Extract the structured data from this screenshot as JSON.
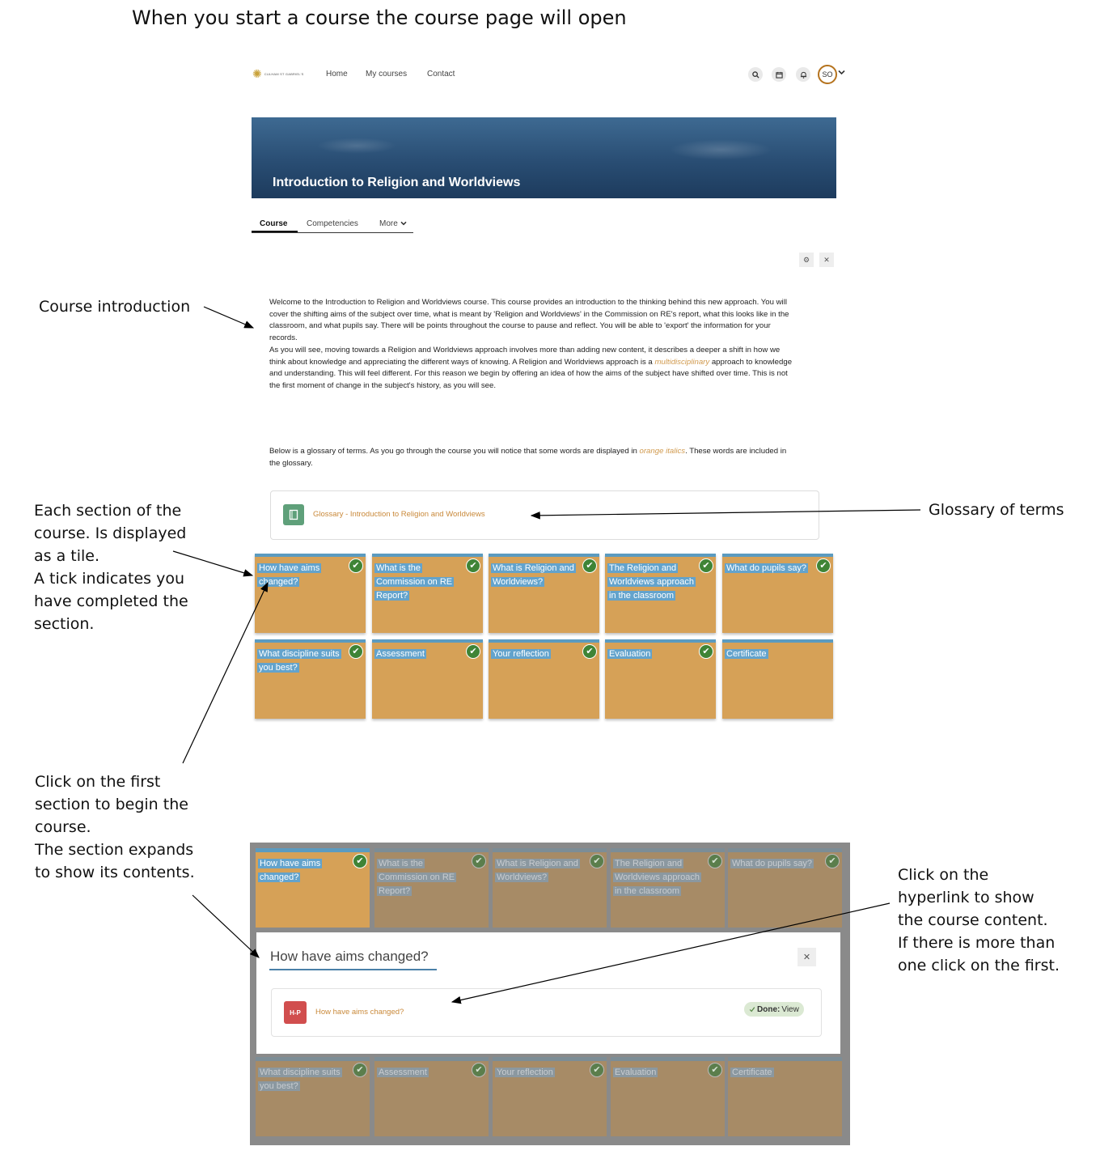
{
  "heading": "When you start a course the course page will open",
  "navbar": {
    "logo_text": "CULHAM ST GABRIEL'S",
    "links": [
      "Home",
      "My courses",
      "Contact"
    ],
    "avatar_initials": "SO"
  },
  "banner": {
    "title": "Introduction to Religion and Worldviews"
  },
  "tabs": {
    "course": "Course",
    "competencies": "Competencies",
    "more": "More"
  },
  "intro": {
    "para1": "Welcome to the Introduction to Religion and Worldviews course. This course provides an introduction to the thinking behind this new approach. You will cover the shifting aims of the subject over time, what is meant by 'Religion and Worldviews' in the Commission on RE's report, what this looks like in the classroom, and what pupils say. There will be points throughout the course to pause and reflect. You will be able to 'export' the information for your records.",
    "para2_a": "As you will see, moving towards a Religion and Worldviews approach involves more than adding new content, it describes a deeper a shift in how we think about knowledge and appreciating the different ways of knowing. A Religion and Worldviews approach is a ",
    "para2_em": "multidisciplinary",
    "para2_b": " approach to knowledge and understanding. This will feel different. For this reason we begin by offering an idea of how the aims of the subject have shifted over time. This is not the first moment of change in the subject's history, as you will see.",
    "para3_a": "Below is a glossary of terms. As you go through the course you will notice that some words are displayed in ",
    "para3_em": "orange italics",
    "para3_b": ". These words are included in the glossary."
  },
  "glossary": {
    "link": "Glossary - Introduction to Religion and Worldviews"
  },
  "tiles": [
    {
      "label": "How have aims changed?",
      "completed": true
    },
    {
      "label": "What is the Commission on RE Report?",
      "completed": true
    },
    {
      "label": "What is Religion and Worldviews?",
      "completed": true
    },
    {
      "label": "The Religion and Worldviews approach in the classroom",
      "completed": true
    },
    {
      "label": "What do pupils say?",
      "completed": true
    },
    {
      "label": "What discipline suits you best?",
      "completed": true
    },
    {
      "label": "Assessment",
      "completed": true
    },
    {
      "label": "Your reflection",
      "completed": true
    },
    {
      "label": "Evaluation",
      "completed": true
    },
    {
      "label": "Certificate",
      "completed": false
    }
  ],
  "expanded": {
    "title": "How have aims changed?",
    "activity_icon": "H-P",
    "activity_link": "How have aims changed?",
    "done_label": "Done:",
    "view_label": "View"
  },
  "callouts": {
    "course_intro": "Course introduction",
    "tiles": [
      "Each section of the",
      "course. Is displayed",
      "as a tile.",
      "A tick indicates you",
      "have completed the",
      "section."
    ],
    "glossary": "Glossary of terms",
    "click_first": [
      "Click on the first",
      "section to begin the",
      "course.",
      "The section expands",
      "to show its contents."
    ],
    "hyperlink": [
      "Click on the",
      "hyperlink to show",
      "the course content.",
      "If there is more than",
      "one click on the first."
    ]
  },
  "colors": {
    "tile_bg": "#d6a157",
    "tile_top": "#5b9bc0",
    "label_bg": "#63a3cc",
    "tick": "#3f8436",
    "link": "#c9893a"
  },
  "icons": [
    "search-icon",
    "calendar-icon",
    "bell-icon",
    "chevron-down-icon",
    "gear-icon",
    "close-icon",
    "book-icon",
    "check-icon"
  ]
}
